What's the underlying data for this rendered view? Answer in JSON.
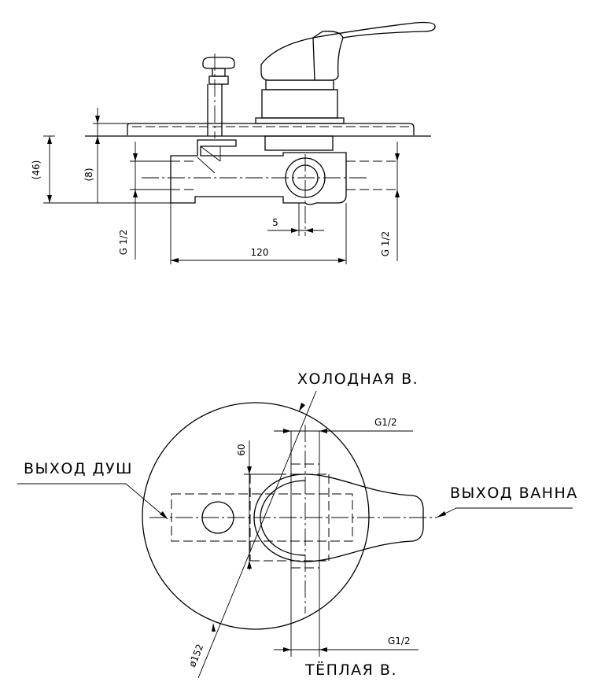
{
  "drawing": {
    "side_view": {
      "dim_46": "(46)",
      "dim_8": "(8)",
      "dim_g_left": "G 1/2",
      "dim_g_right": "G 1/2",
      "dim_5": "5",
      "dim_120": "120"
    },
    "top_view": {
      "label_cold": "ХОЛОДНАЯ В.",
      "label_warm": "ТЁПЛАЯ В.",
      "label_shower": "ВЫХОД ДУШ",
      "label_bath": "ВЫХОД ВАННА",
      "dim_g_top": "G1/2",
      "dim_g_bottom": "G1/2",
      "dim_60": "60",
      "dim_diameter": "ø152"
    }
  }
}
